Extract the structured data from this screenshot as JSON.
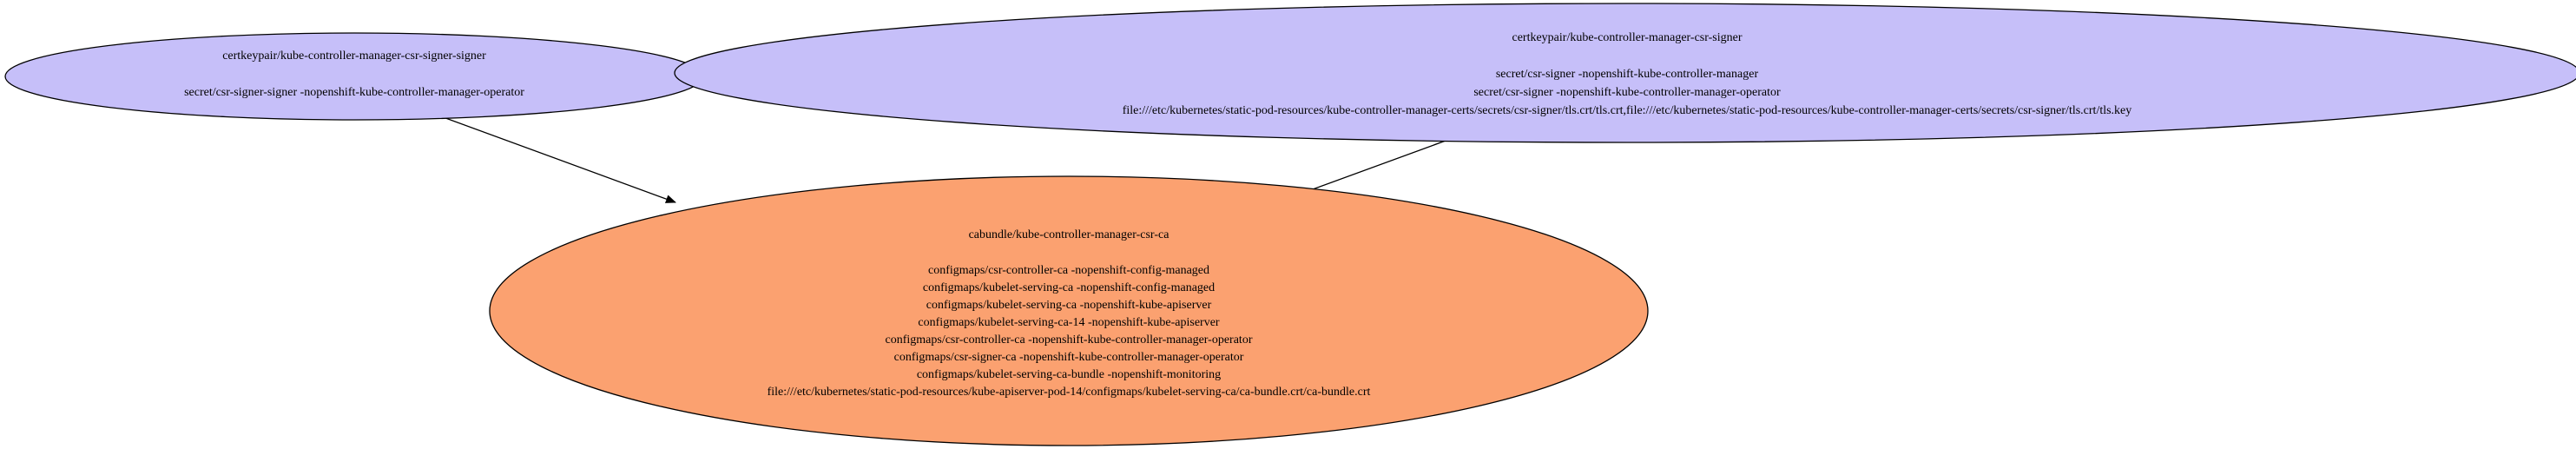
{
  "colors": {
    "signer_fill": "#c6bff9",
    "bundle_fill": "#fba170",
    "stroke": "#000000"
  },
  "nodes": {
    "signer_signer": {
      "title": "certkeypair/kube-controller-manager-csr-signer-signer",
      "lines": [
        "secret/csr-signer-signer -nopenshift-kube-controller-manager-operator"
      ]
    },
    "csr_signer": {
      "title": "certkeypair/kube-controller-manager-csr-signer",
      "lines": [
        "secret/csr-signer -nopenshift-kube-controller-manager",
        "secret/csr-signer -nopenshift-kube-controller-manager-operator",
        "file:///etc/kubernetes/static-pod-resources/kube-controller-manager-certs/secrets/csr-signer/tls.crt/tls.crt,file:///etc/kubernetes/static-pod-resources/kube-controller-manager-certs/secrets/csr-signer/tls.crt/tls.key"
      ]
    },
    "ca_bundle": {
      "title": "cabundle/kube-controller-manager-csr-ca",
      "lines": [
        "configmaps/csr-controller-ca -nopenshift-config-managed",
        "configmaps/kubelet-serving-ca -nopenshift-config-managed",
        "configmaps/kubelet-serving-ca -nopenshift-kube-apiserver",
        "configmaps/kubelet-serving-ca-14 -nopenshift-kube-apiserver",
        "configmaps/csr-controller-ca -nopenshift-kube-controller-manager-operator",
        "configmaps/csr-signer-ca -nopenshift-kube-controller-manager-operator",
        "configmaps/kubelet-serving-ca-bundle -nopenshift-monitoring",
        "file:///etc/kubernetes/static-pod-resources/kube-apiserver-pod-14/configmaps/kubelet-serving-ca/ca-bundle.crt/ca-bundle.crt"
      ]
    }
  }
}
